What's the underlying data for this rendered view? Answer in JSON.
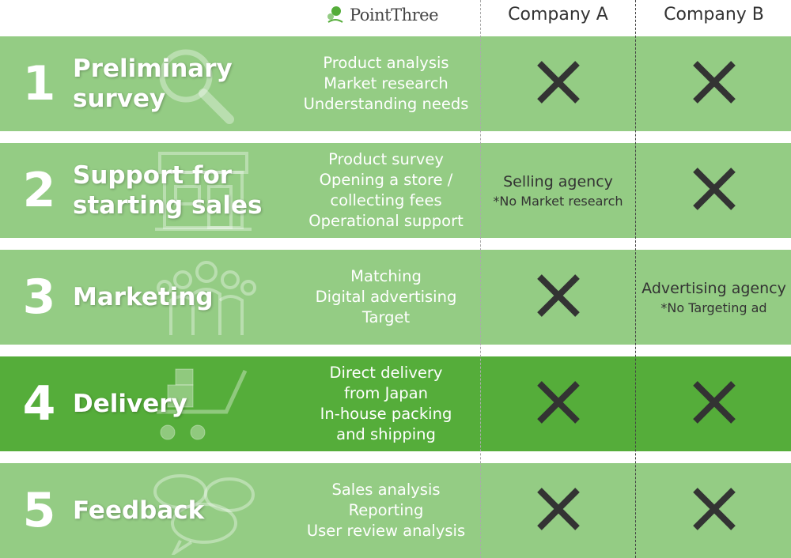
{
  "header": {
    "logo_text": "PointThree",
    "col_a": "Company A",
    "col_b": "Company B"
  },
  "colors": {
    "row_bg": "#94cc84",
    "row_bg_highlight": "#55ad3a",
    "cross": "#333333",
    "text_light": "#ffffff"
  },
  "rows": [
    {
      "num": "1",
      "title": [
        "Preliminary",
        "survey"
      ],
      "icon": "magnifier-icon",
      "desc": [
        "Product analysis",
        "Market research",
        "Understanding needs"
      ],
      "a": {
        "cross": true
      },
      "b": {
        "cross": true
      }
    },
    {
      "num": "2",
      "title": [
        "Support for",
        "starting sales"
      ],
      "icon": "storefront-icon",
      "desc": [
        "Product survey",
        "Opening a store /",
        "collecting fees",
        "Operational support"
      ],
      "a": {
        "cross": false,
        "main": "Selling agency",
        "note": "*No Market research"
      },
      "b": {
        "cross": true
      }
    },
    {
      "num": "3",
      "title": [
        "Marketing"
      ],
      "icon": "people-group-icon",
      "desc": [
        "Matching",
        "Digital advertising",
        "Target"
      ],
      "a": {
        "cross": true
      },
      "b": {
        "cross": false,
        "main": "Advertising agency",
        "note": "*No Targeting ad"
      }
    },
    {
      "num": "4",
      "title": [
        "Delivery"
      ],
      "icon": "shopping-cart-icon",
      "desc": [
        "Direct delivery",
        "from Japan",
        "In-house packing",
        "and shipping"
      ],
      "a": {
        "cross": true
      },
      "b": {
        "cross": true
      }
    },
    {
      "num": "5",
      "title": [
        "Feedback"
      ],
      "icon": "speech-bubbles-icon",
      "desc": [
        "Sales analysis",
        "Reporting",
        "User review analysis"
      ],
      "a": {
        "cross": true
      },
      "b": {
        "cross": true
      }
    }
  ]
}
